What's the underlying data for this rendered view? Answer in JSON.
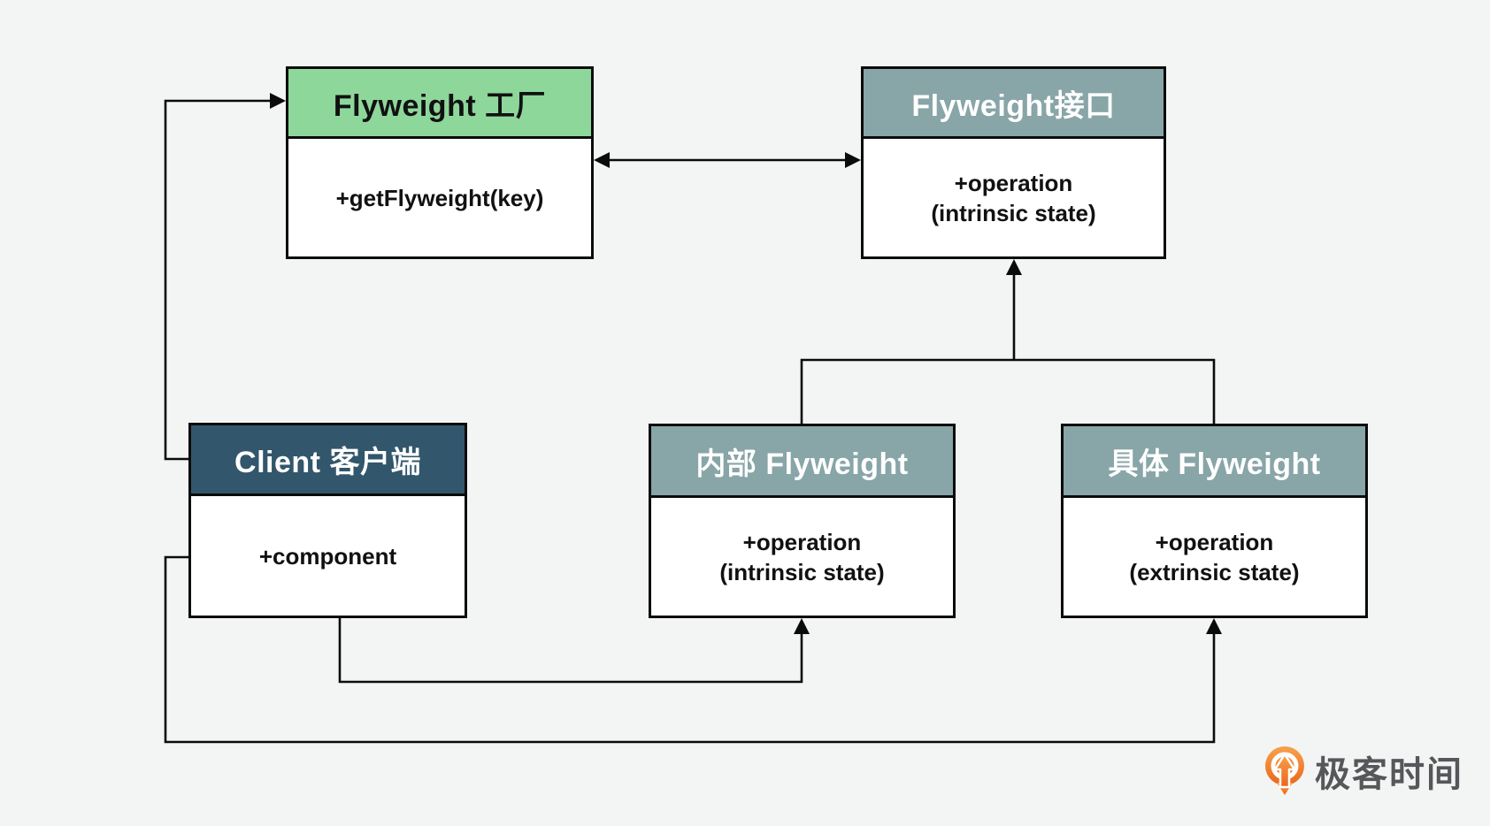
{
  "diagram": {
    "boxes": {
      "factory": {
        "title": "Flyweight 工厂",
        "body": "+getFlyweight(key)"
      },
      "interface": {
        "title": "Flyweight接口",
        "body_line1": "+operation",
        "body_line2": "(intrinsic state)"
      },
      "client": {
        "title": "Client 客户端",
        "body": "+component"
      },
      "inner": {
        "title": "内部 Flyweight",
        "body_line1": "+operation",
        "body_line2": "(intrinsic state)"
      },
      "concrete": {
        "title": "具体 Flyweight",
        "body_line1": "+operation",
        "body_line2": "(extrinsic state)"
      }
    },
    "colors": {
      "factory_header": "#8ed79b",
      "interface_header": "#88a5a7",
      "client_header": "#32566b",
      "line": "#0b0b0b",
      "background": "#f3f5f4"
    }
  },
  "footer": {
    "logo_text": "极客时间",
    "logo_orange": "#ed6d1f"
  }
}
